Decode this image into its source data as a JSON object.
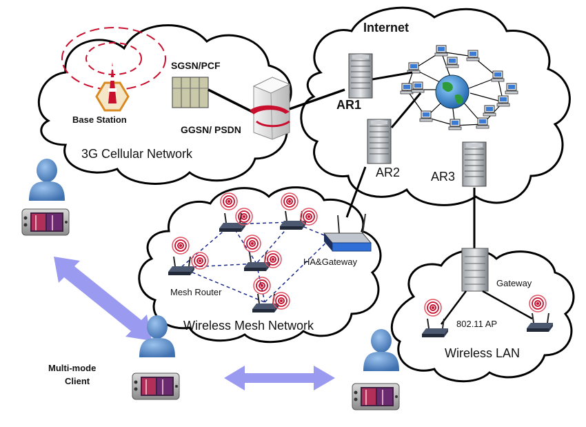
{
  "labels": {
    "internet": "Internet",
    "sgsn": "SGSN/PCF",
    "base_station": "Base Station",
    "ggsn": "GGSN/ PSDN",
    "cellular": "3G Cellular Network",
    "ar1": "AR1",
    "ar2": "AR2",
    "ar3": "AR3",
    "ha_gateway": "HA&Gateway",
    "mesh_router": "Mesh Router",
    "mesh_network": "Wireless Mesh Network",
    "gateway": "Gateway",
    "ap": "802.11 AP",
    "wlan": "Wireless LAN",
    "client_line1": "Multi-mode",
    "client_line2": "Client"
  },
  "colors": {
    "cloud_stroke": "#000000",
    "signal": "#c8102e",
    "dashed_link": "#1a2a8a",
    "arrow": "#9a9af0",
    "person": "#4a7fc0",
    "router_body": "#2d3a55"
  }
}
